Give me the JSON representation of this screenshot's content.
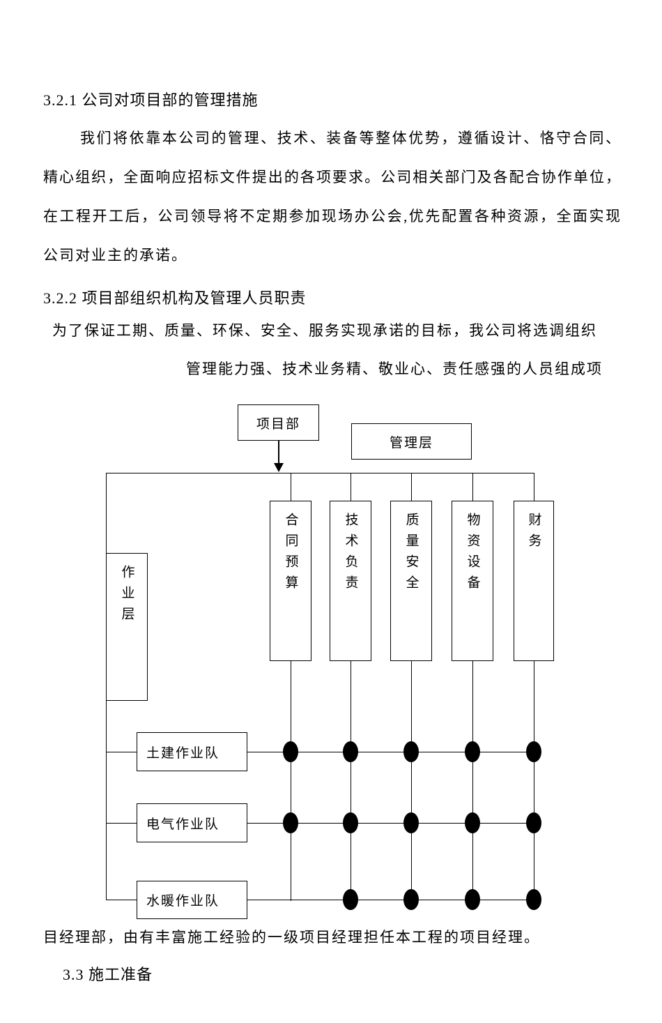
{
  "document": {
    "section_321": {
      "heading": "3.2.1 公司对项目部的管理措施",
      "paragraph": "我们将依靠本公司的管理、技术、装备等整体优势，遵循设计、恪守合同、精心组织，全面响应招标文件提出的各项要求。公司相关部门及各配合协作单位，在工程开工后，公司领导将不定期参加现场办公会,优先配置各种资源，全面实现公司对业主的承诺。"
    },
    "section_322": {
      "heading": "3.2.2 项目部组织机构及管理人员职责",
      "line1": "为了保证工期、质量、环保、安全、服务实现承诺的目标，我公司将选调组织",
      "line2": "管理能力强、技术业务精、敬业心、责任感强的人员组成项",
      "continuation": "目经理部，由有丰富施工经验的一级项目经理担任本工程的项目经理。"
    },
    "section_33": {
      "heading": "3.3 施工准备"
    }
  },
  "org_chart": {
    "top_node": "项目部",
    "management_label": "管理层",
    "operations_label": "作业层",
    "departments": [
      {
        "label": "合同预算"
      },
      {
        "label": "技术负责"
      },
      {
        "label": "质量安全"
      },
      {
        "label": "物资设备"
      },
      {
        "label": "财务"
      }
    ],
    "teams": [
      {
        "label": "土建作业队"
      },
      {
        "label": "电气作业队"
      },
      {
        "label": "水暖作业队"
      }
    ]
  }
}
